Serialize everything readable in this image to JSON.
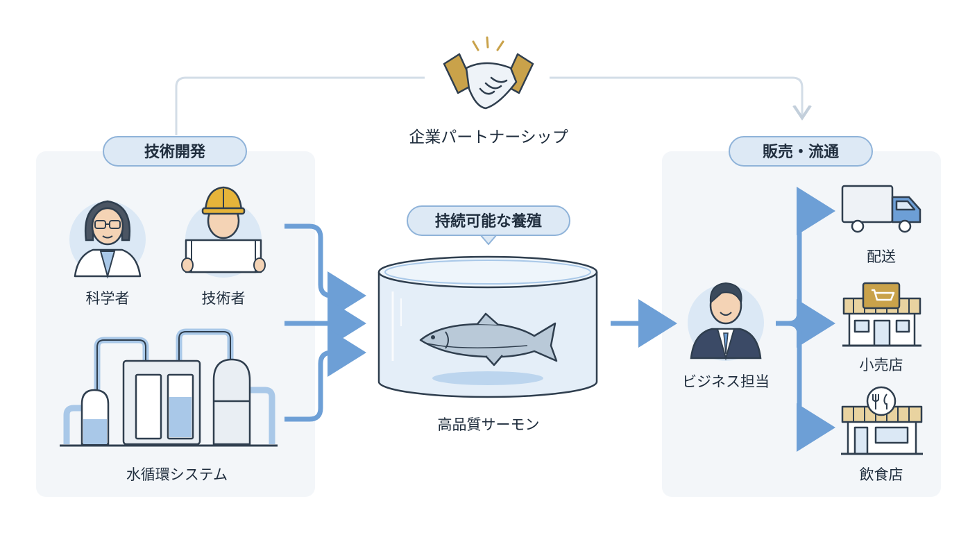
{
  "partnership": {
    "label": "企業パートナーシップ",
    "icon": "handshake-icon"
  },
  "left_panel": {
    "title": "技術開発",
    "scientist": {
      "label": "科学者",
      "icon": "scientist-icon"
    },
    "engineer": {
      "label": "技術者",
      "icon": "engineer-icon"
    },
    "system": {
      "label": "水循環システム",
      "icon": "water-recirculation-system-icon"
    }
  },
  "center": {
    "title": "持続可能な養殖",
    "tank": {
      "label": "高品質サーモン",
      "icon": "fish-tank-icon"
    }
  },
  "right_panel": {
    "title": "販売・流通",
    "business": {
      "label": "ビジネス担当",
      "icon": "businessman-icon"
    },
    "delivery": {
      "label": "配送",
      "icon": "truck-icon"
    },
    "retail": {
      "label": "小売店",
      "icon": "retail-store-icon"
    },
    "restaurant": {
      "label": "飲食店",
      "icon": "restaurant-icon"
    }
  },
  "colors": {
    "panel_bg": "#f3f6f9",
    "pill_bg": "#dde9f5",
    "pill_border": "#8fb3d9",
    "arrow": "#6d9fd6",
    "connector": "#d3dde7",
    "outline": "#2f3e4e",
    "gold": "#c9a24a"
  }
}
